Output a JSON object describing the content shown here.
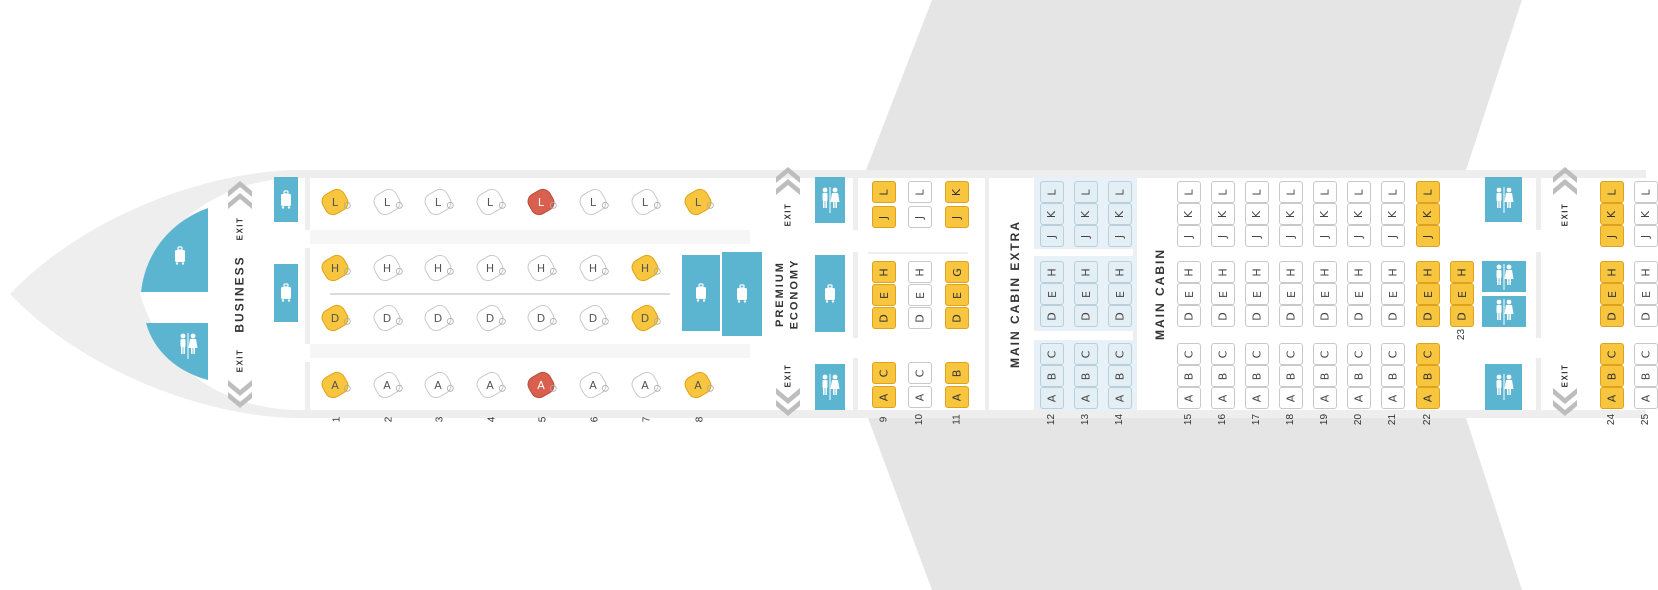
{
  "labels": {
    "business": "BUSINESS",
    "premium_line1": "PREMIUM",
    "premium_line2": "ECONOMY",
    "main_cabin_extra": "MAIN CABIN EXTRA",
    "main_cabin": "MAIN CABIN",
    "exit": "EXIT"
  },
  "colors": {
    "fuselage": "#eeeeee",
    "wing": "#e5e5e5",
    "facility": "#5bb5d1",
    "preferred_seat": "#f8c53f",
    "occupied_seat": "#d9604f",
    "main_cabin_extra_seat": "#e3eef5",
    "standard_seat": "#ffffff"
  },
  "icons": {
    "lavatory": "lavatory-icon",
    "galley": "luggage-icon",
    "exit": "exit-chevron-icon",
    "seat": "seat-icon"
  },
  "business": {
    "rows": [
      {
        "row": "1",
        "seats": {
          "L": "preferred",
          "H": "preferred",
          "D": "preferred",
          "A": "preferred"
        }
      },
      {
        "row": "2",
        "seats": {
          "L": "standard",
          "H": "standard",
          "D": "standard",
          "A": "standard"
        }
      },
      {
        "row": "3",
        "seats": {
          "L": "standard",
          "H": "standard",
          "D": "standard",
          "A": "standard"
        }
      },
      {
        "row": "4",
        "seats": {
          "L": "standard",
          "H": "standard",
          "D": "standard",
          "A": "standard"
        }
      },
      {
        "row": "5",
        "seats": {
          "L": "occupied",
          "H": "standard",
          "D": "standard",
          "A": "occupied"
        }
      },
      {
        "row": "6",
        "seats": {
          "L": "standard",
          "H": "standard",
          "D": "standard",
          "A": "standard"
        }
      },
      {
        "row": "7",
        "seats": {
          "L": "standard",
          "H": "preferred",
          "D": "preferred",
          "A": "standard"
        }
      },
      {
        "row": "8",
        "seats": {
          "L": "preferred",
          "A": "preferred"
        }
      }
    ]
  },
  "premium_economy": {
    "rows": [
      {
        "row": "9",
        "seats": [
          [
            "L",
            "preferred"
          ],
          [
            "J",
            "preferred"
          ],
          [
            "H",
            "preferred"
          ],
          [
            "E",
            "preferred"
          ],
          [
            "D",
            "preferred"
          ],
          [
            "C",
            "preferred"
          ],
          [
            "A",
            "preferred"
          ]
        ]
      },
      {
        "row": "10",
        "seats": [
          [
            "L",
            "standard"
          ],
          [
            "J",
            "standard"
          ],
          [
            "H",
            "standard"
          ],
          [
            "E",
            "standard"
          ],
          [
            "D",
            "standard"
          ],
          [
            "C",
            "standard"
          ],
          [
            "A",
            "standard"
          ]
        ]
      },
      {
        "row": "11",
        "seats": [
          [
            "K",
            "preferred"
          ],
          [
            "J",
            "preferred"
          ],
          [
            "G",
            "preferred"
          ],
          [
            "E",
            "preferred"
          ],
          [
            "D",
            "preferred"
          ],
          [
            "B",
            "preferred"
          ],
          [
            "A",
            "preferred"
          ]
        ]
      }
    ]
  },
  "main_cabin_extra": {
    "rows": [
      {
        "row": "12",
        "seats": [
          [
            "L",
            "extra"
          ],
          [
            "K",
            "extra"
          ],
          [
            "J",
            "extra"
          ],
          [
            "H",
            "extra"
          ],
          [
            "E",
            "extra"
          ],
          [
            "D",
            "extra"
          ],
          [
            "C",
            "extra"
          ],
          [
            "B",
            "extra"
          ],
          [
            "A",
            "extra"
          ]
        ]
      },
      {
        "row": "13",
        "seats": [
          [
            "L",
            "extra"
          ],
          [
            "K",
            "extra"
          ],
          [
            "J",
            "extra"
          ],
          [
            "H",
            "extra"
          ],
          [
            "E",
            "extra"
          ],
          [
            "D",
            "extra"
          ],
          [
            "C",
            "extra"
          ],
          [
            "B",
            "extra"
          ],
          [
            "A",
            "extra"
          ]
        ]
      },
      {
        "row": "14",
        "seats": [
          [
            "L",
            "extra"
          ],
          [
            "K",
            "extra"
          ],
          [
            "J",
            "extra"
          ],
          [
            "H",
            "extra"
          ],
          [
            "E",
            "extra"
          ],
          [
            "D",
            "extra"
          ],
          [
            "C",
            "extra"
          ],
          [
            "B",
            "extra"
          ],
          [
            "A",
            "extra"
          ]
        ]
      }
    ]
  },
  "main_cabin": {
    "rows": [
      {
        "row": "15",
        "seats": [
          [
            "L",
            "standard"
          ],
          [
            "K",
            "standard"
          ],
          [
            "J",
            "standard"
          ],
          [
            "H",
            "standard"
          ],
          [
            "E",
            "standard"
          ],
          [
            "D",
            "standard"
          ],
          [
            "C",
            "standard"
          ],
          [
            "B",
            "standard"
          ],
          [
            "A",
            "standard"
          ]
        ]
      },
      {
        "row": "16",
        "seats": [
          [
            "L",
            "standard"
          ],
          [
            "K",
            "standard"
          ],
          [
            "J",
            "standard"
          ],
          [
            "H",
            "standard"
          ],
          [
            "E",
            "standard"
          ],
          [
            "D",
            "standard"
          ],
          [
            "C",
            "standard"
          ],
          [
            "B",
            "standard"
          ],
          [
            "A",
            "standard"
          ]
        ]
      },
      {
        "row": "17",
        "seats": [
          [
            "L",
            "standard"
          ],
          [
            "K",
            "standard"
          ],
          [
            "J",
            "standard"
          ],
          [
            "H",
            "standard"
          ],
          [
            "E",
            "standard"
          ],
          [
            "D",
            "standard"
          ],
          [
            "C",
            "standard"
          ],
          [
            "B",
            "standard"
          ],
          [
            "A",
            "standard"
          ]
        ]
      },
      {
        "row": "18",
        "seats": [
          [
            "L",
            "standard"
          ],
          [
            "K",
            "standard"
          ],
          [
            "J",
            "standard"
          ],
          [
            "H",
            "standard"
          ],
          [
            "E",
            "standard"
          ],
          [
            "D",
            "standard"
          ],
          [
            "C",
            "standard"
          ],
          [
            "B",
            "standard"
          ],
          [
            "A",
            "standard"
          ]
        ]
      },
      {
        "row": "19",
        "seats": [
          [
            "L",
            "standard"
          ],
          [
            "K",
            "standard"
          ],
          [
            "J",
            "standard"
          ],
          [
            "H",
            "standard"
          ],
          [
            "E",
            "standard"
          ],
          [
            "D",
            "standard"
          ],
          [
            "C",
            "standard"
          ],
          [
            "B",
            "standard"
          ],
          [
            "A",
            "standard"
          ]
        ]
      },
      {
        "row": "20",
        "seats": [
          [
            "L",
            "standard"
          ],
          [
            "K",
            "standard"
          ],
          [
            "J",
            "standard"
          ],
          [
            "H",
            "standard"
          ],
          [
            "E",
            "standard"
          ],
          [
            "D",
            "standard"
          ],
          [
            "C",
            "standard"
          ],
          [
            "B",
            "standard"
          ],
          [
            "A",
            "standard"
          ]
        ]
      },
      {
        "row": "21",
        "seats": [
          [
            "L",
            "standard"
          ],
          [
            "K",
            "standard"
          ],
          [
            "J",
            "standard"
          ],
          [
            "H",
            "standard"
          ],
          [
            "E",
            "standard"
          ],
          [
            "D",
            "standard"
          ],
          [
            "C",
            "standard"
          ],
          [
            "B",
            "standard"
          ],
          [
            "A",
            "standard"
          ]
        ]
      },
      {
        "row": "22",
        "seats": [
          [
            "L",
            "preferred"
          ],
          [
            "K",
            "preferred"
          ],
          [
            "J",
            "preferred"
          ],
          [
            "H",
            "preferred"
          ],
          [
            "E",
            "preferred"
          ],
          [
            "D",
            "preferred"
          ],
          [
            "C",
            "preferred"
          ],
          [
            "B",
            "preferred"
          ],
          [
            "A",
            "preferred"
          ]
        ]
      },
      {
        "row": "23",
        "seats": [
          [
            "H",
            "preferred"
          ],
          [
            "E",
            "preferred"
          ],
          [
            "D",
            "preferred"
          ]
        ]
      },
      {
        "row": "24",
        "seats": [
          [
            "L",
            "preferred"
          ],
          [
            "K",
            "preferred"
          ],
          [
            "J",
            "preferred"
          ],
          [
            "H",
            "preferred"
          ],
          [
            "E",
            "preferred"
          ],
          [
            "D",
            "preferred"
          ],
          [
            "C",
            "preferred"
          ],
          [
            "B",
            "preferred"
          ],
          [
            "A",
            "preferred"
          ]
        ]
      },
      {
        "row": "25",
        "seats": [
          [
            "L",
            "standard"
          ],
          [
            "K",
            "standard"
          ],
          [
            "J",
            "standard"
          ],
          [
            "H",
            "standard"
          ],
          [
            "E",
            "standard"
          ],
          [
            "D",
            "standard"
          ],
          [
            "C",
            "standard"
          ],
          [
            "B",
            "standard"
          ],
          [
            "A",
            "standard"
          ]
        ]
      }
    ]
  }
}
